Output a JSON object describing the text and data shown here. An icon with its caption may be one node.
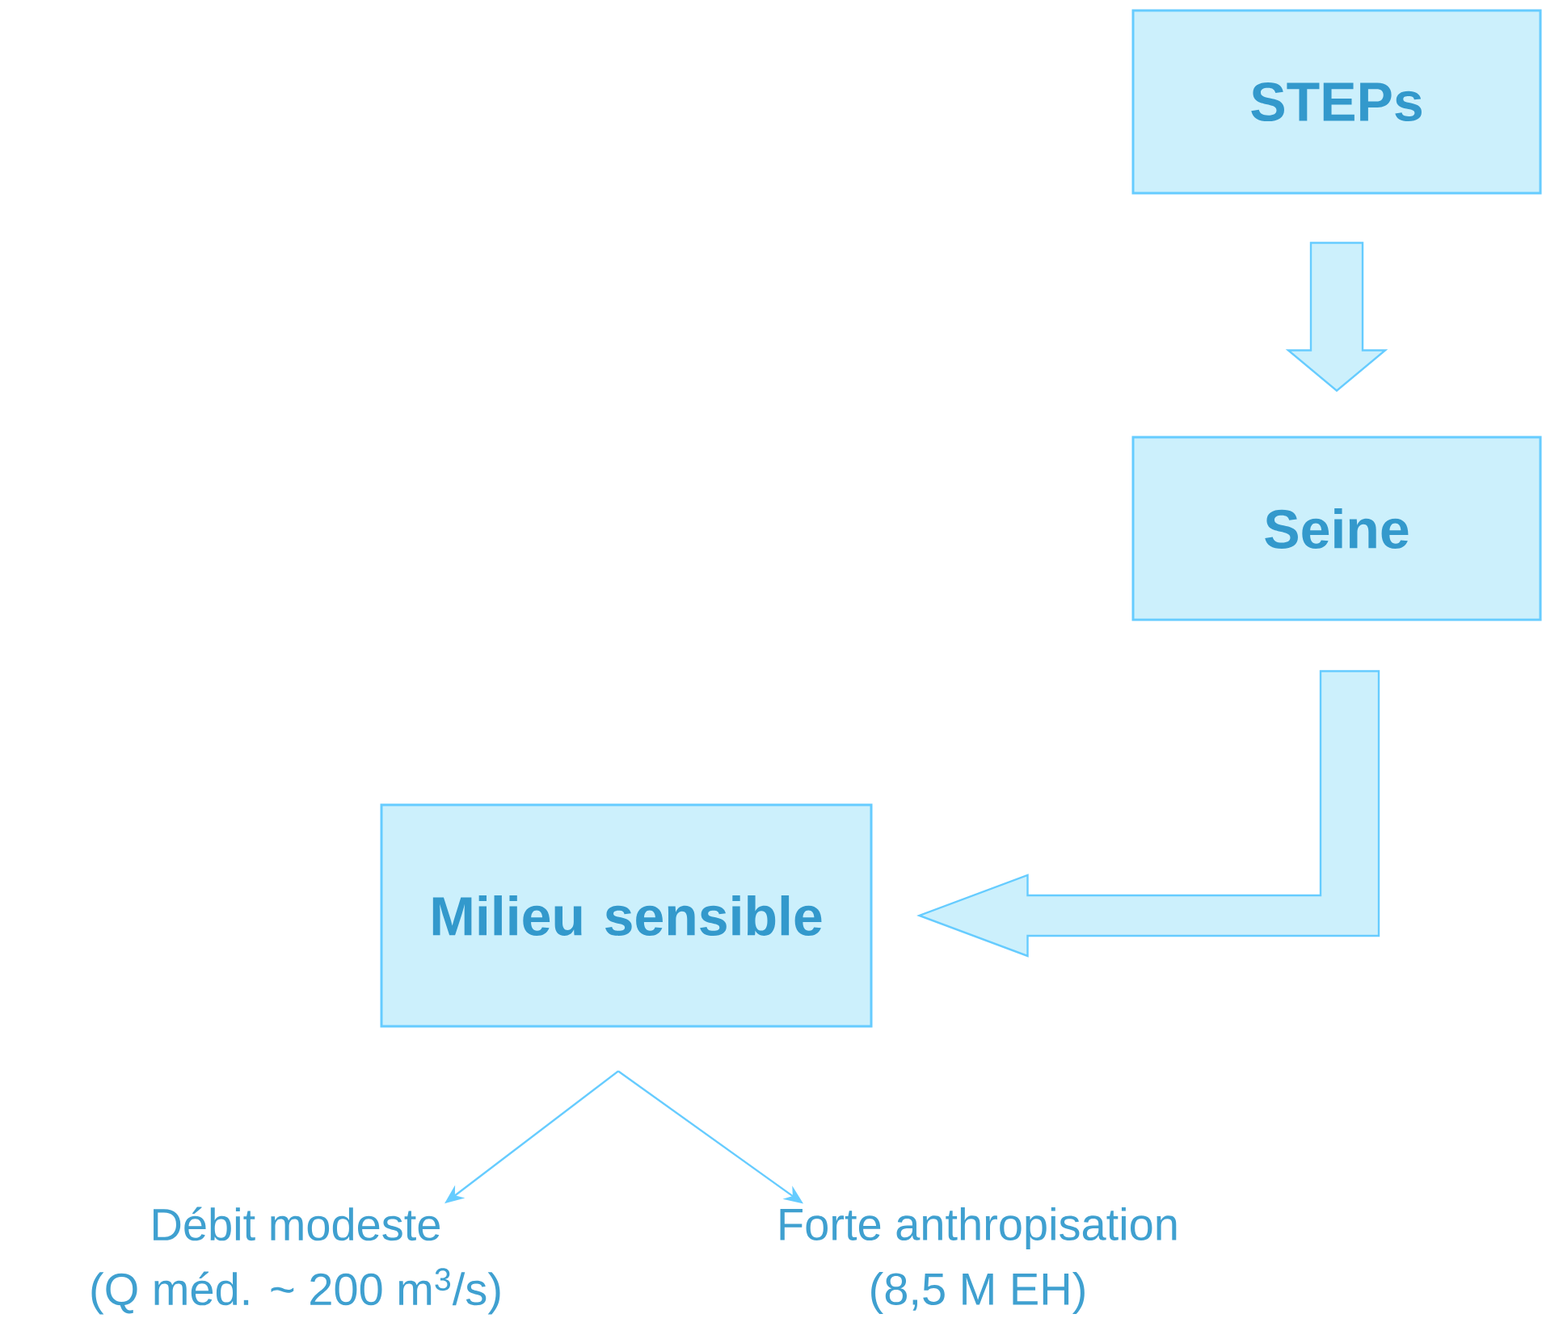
{
  "diagram": {
    "nodes": [
      {
        "text": [
          "STEPs"
        ]
      },
      {
        "text": [
          "Seine"
        ]
      },
      {
        "text": [
          "Milieu sensible"
        ]
      },
      {
        "text": [
          "Débit modeste",
          "(Q méd. ~ 200 m$^{3}$/s)"
        ]
      },
      {
        "text": [
          "Forte anthropisation",
          "(8,5 M EH)"
        ]
      }
    ],
    "edges": [
      {
        "from": 0,
        "to": 1,
        "arrow": "to",
        "style": "thick"
      },
      {
        "from": 1,
        "to": 2,
        "arrow": "to",
        "style": "thick"
      },
      {
        "from": 2,
        "to": 3,
        "arrow": "to"
      },
      {
        "from": 2,
        "to": 4,
        "arrow": "to"
      }
    ]
  }
}
